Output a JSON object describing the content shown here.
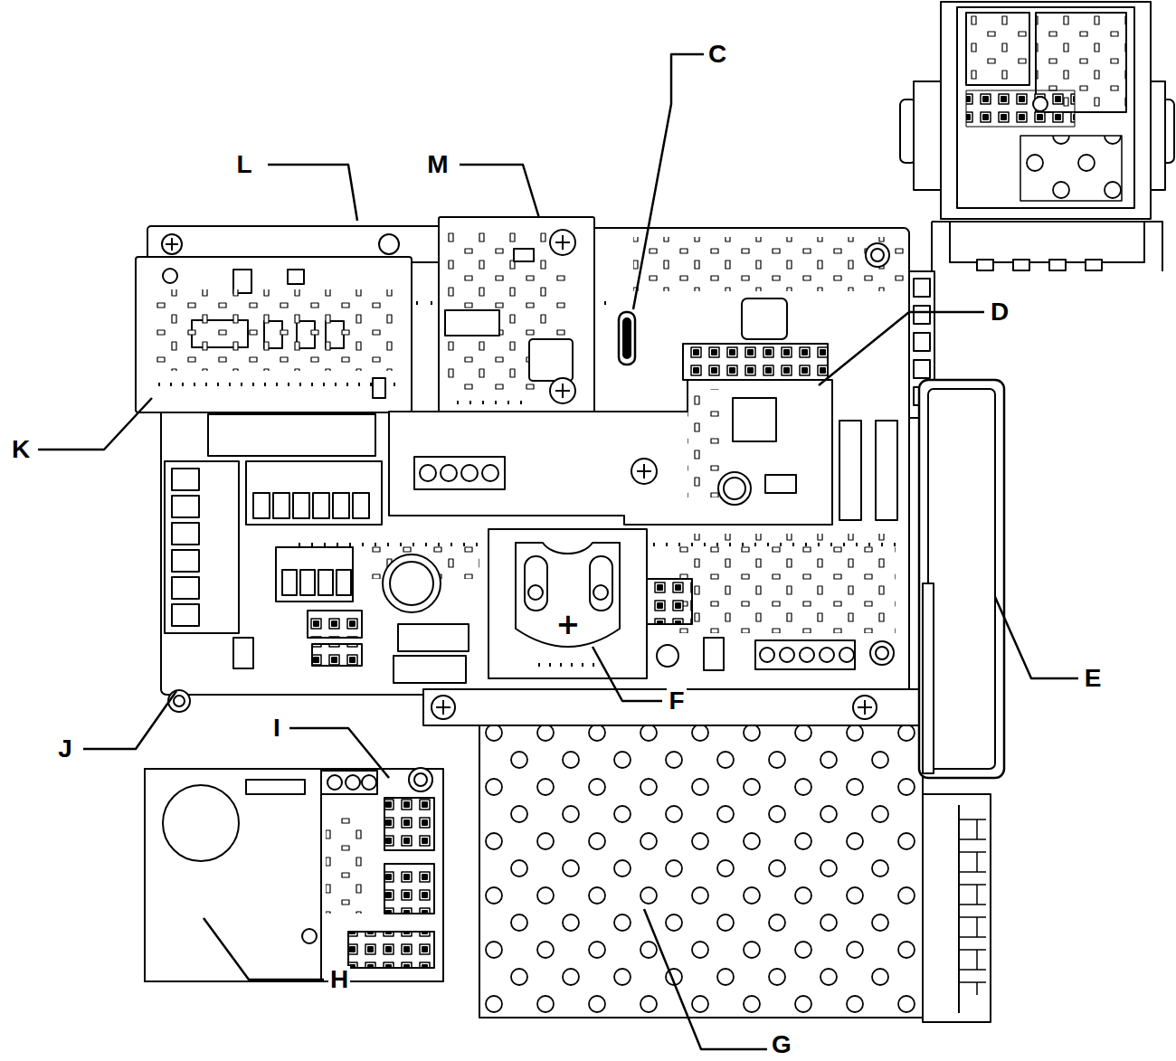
{
  "diagram": {
    "labels": [
      "L",
      "M",
      "C",
      "D",
      "K",
      "E",
      "F",
      "J",
      "I",
      "H",
      "G",
      "+"
    ]
  }
}
